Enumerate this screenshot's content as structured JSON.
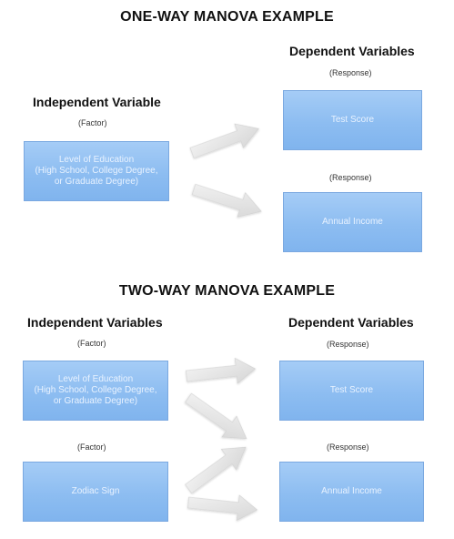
{
  "one_way": {
    "title": "ONE-WAY MANOVA EXAMPLE",
    "independent_heading": "Independent Variable",
    "factor_label": "(Factor)",
    "factor_box_lines": [
      "Level of Education",
      "(High School, College Degree,",
      "or Graduate Degree)"
    ],
    "dependent_heading": "Dependent Variables",
    "response_label_1": "(Response)",
    "response_box_1": "Test Score",
    "response_label_2": "(Response)",
    "response_box_2": "Annual Income"
  },
  "two_way": {
    "title": "TWO-WAY MANOVA EXAMPLE",
    "independent_heading": "Independent Variables",
    "factor_label_1": "(Factor)",
    "factor_box_1_lines": [
      "Level of Education",
      "(High School, College Degree,",
      "or Graduate Degree)"
    ],
    "factor_label_2": "(Factor)",
    "factor_box_2": "Zodiac Sign",
    "dependent_heading": "Dependent Variables",
    "response_label_1": "(Response)",
    "response_box_1": "Test Score",
    "response_label_2": "(Response)",
    "response_box_2": "Annual Income"
  },
  "colors": {
    "box_fill": "#8dbdf1",
    "box_text": "#e8f2ff",
    "arrow_fill": "#e6e6e6"
  }
}
